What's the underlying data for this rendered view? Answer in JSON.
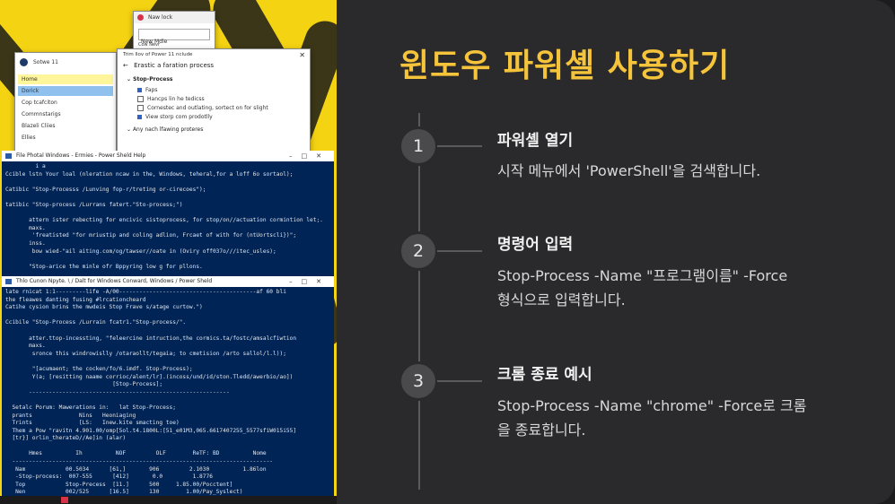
{
  "slide": {
    "title": "윈도우 파워셸 사용하기",
    "steps": [
      {
        "number": "1",
        "title": "파워셸 열기",
        "desc": "시작 메뉴에서 'PowerShell'을 검색합니다."
      },
      {
        "number": "2",
        "title": "명령어 입력",
        "desc": "Stop-Process -Name \"프로그램이름\" -Force\n형식으로 입력합니다."
      },
      {
        "number": "3",
        "title": "크롬 종료 예시",
        "desc": "Stop-Process -Name \"chrome\" -Force로 크롬\n을 종료합니다."
      }
    ]
  },
  "colors": {
    "accent": "#f6c43a",
    "bg": "#2a2a2c",
    "left_bg": "#f4d313",
    "ps_bg": "#012456"
  },
  "screenshot": {
    "notepad": {
      "title": "Naw lock",
      "input": "New Mdle",
      "sub": "Cow Nevr"
    },
    "settings": {
      "title": "Sotwe 11",
      "items": [
        "Home",
        "Dorick",
        "Cop tcafciton",
        "Commnstarigs",
        "Blazeli Cliies",
        "Ellies"
      ]
    },
    "panel": {
      "title": "Trim llov of Power 11 nclude",
      "heading": "Erastic a faration process",
      "section": "Stop-Process",
      "options": [
        "Faps",
        "Hancps lin he tedicss",
        "Cornestec and outlating, sortect on for slight",
        "View storp com prodotlly"
      ],
      "footer": "Any nach lfawing proteres"
    },
    "ps1": {
      "title": "File  Photal Windows - Ermies - Power Sheld Help",
      "lines": [
        "         i a",
        "Ccible lstn Your loal (nleration ncaw in the, Windows, teheral,for a loff 6o sortaol);",
        "",
        "Catibic \"Stop-Processs /Lunving fop-r/treting or-cirecoes\");",
        "",
        "tatibic \"Stop-process /Lurrans fatert.\"Sto-process;\")",
        "",
        "       attern ister rebecting for encivic sistoprocess, for stop/on//actuation cormintion let;.",
        "       maxs.",
        "        'freatisted \"for mriustip and coling adlion, Frcaet of with for (ntUortscli})\";",
        "       inss.",
        "        bow wied-\"ail aiting.com/og/tawser//oate in (Oviry off037o///itec_usles);",
        "",
        "       \"Stop-arice the minle ofr Bppyring low g for pllons."
      ]
    },
    "ps2": {
      "title": "Thlo  Cunon Npyte. \\ / Dalt for Windows Conward, Windows / Power Sheld",
      "lines": [
        "late rnicat 1:1---------life -A/00-----------------------------------------af 60 bli",
        "the fleawes danting fusing #lrcationcheard",
        "Catihe cysion brins the mwdeis Stop Frave s/atage curtow.\")",
        "",
        "Ccibile \"Stop-Process /Lurrain fcatr1.\"Stop-process/\".",
        "",
        "       atter.ttop-incessting, \"feleercine intruction,the cormics.ta/fostc/amsalcfiwtion",
        "       maxs.",
        "        sronce this windrowislly /otaraollt/tegaia; to cmetision /arto sallol/l.l));",
        "",
        "        \"[acumaent; the cocken/fo/6.imdf. Stop-Process);",
        "        Y(a; [resitting naame corrioc/alent/lr].(incoss/und/id/ston.Tledd/awerbio/ao])",
        "                                [Stop-Process];",
        "       ------------------------------------------------------------",
        "",
        "  Setalc Porum: Mawerations in:   lat Stop-Process;",
        "  prants              Nins   Heoniaging",
        "  Trints              [LS:   Inew.kite smacting toe)",
        "  Them a Pow \"ravitn 4.901.00/omp[5ol.t4.1800L:[51_e01M3,065.6617407255_5577sfiW015i55]",
        "  [tr}] orlin_therateD//Ae]in (alar)",
        "",
        "       Hmes          Ih          NOF         OLF        ReTF: BD          Nome",
        "  ------------------------------------------------------------------------------",
        "   Nam            00.5034      [61,]       906         2.1030          1.86lon",
        "   -Stop-process:  007-555      [412]       0.0         1.8776",
        "   Top            Stop-Precess  [11.]      500     1.85.00/Pocctent]",
        "   Nen            002/525      [16.5]      130        1.00/Pay_Syslect)"
      ]
    }
  }
}
